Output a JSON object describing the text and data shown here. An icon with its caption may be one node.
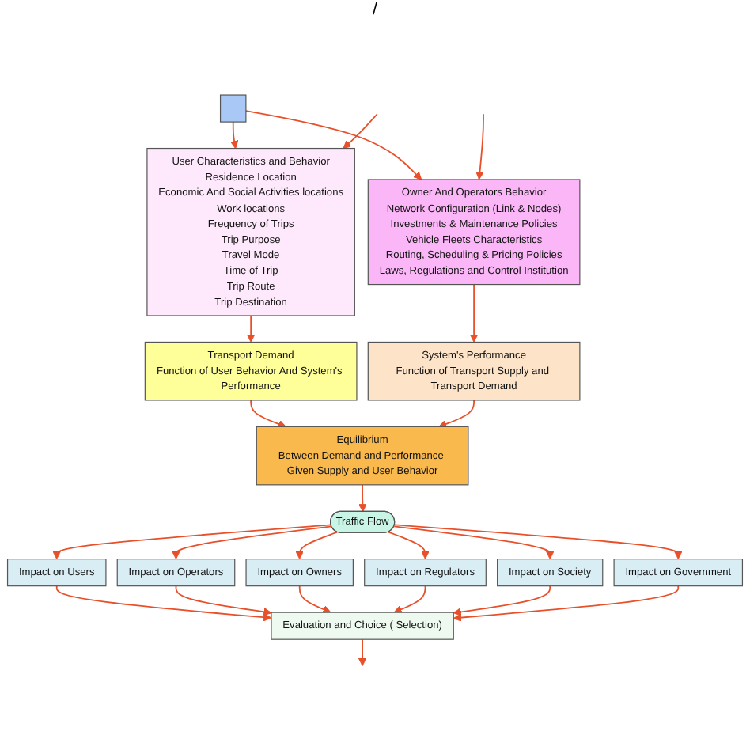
{
  "diagram": {
    "nodes": [
      {
        "text": [],
        "shape": "box"
      },
      {
        "text": [
          "User Characteristics and Behavior",
          "Residence Location",
          "Economic And Social Activities locations",
          "Work locations",
          "Frequency of Trips",
          "Trip Purpose",
          "Travel Mode",
          "Time of Trip",
          "Trip Route",
          "Trip Destination"
        ]
      },
      {
        "text": [
          "Owner And Operators Behavior",
          "Network Configuration (Link & Nodes)",
          "Investments & Maintenance Policies",
          "Vehicle Fleets Characteristics",
          "Routing, Scheduling & Pricing Policies",
          "Laws, Regulations and Control Institution"
        ]
      },
      {
        "text": [
          "Transport Demand",
          "Function of User Behavior And System's Performance"
        ]
      },
      {
        "text": [
          "Equilibrium",
          "Between Demand and Performance Given Supply and User Behavior"
        ]
      },
      {
        "text": [
          "System's Performance",
          "Function of Transport Supply and Transport Demand"
        ]
      },
      {
        "text": [
          "Traffic Flow"
        ]
      },
      {
        "text": [
          "Impact on Users"
        ]
      },
      {
        "text": [
          "Impact on Operators"
        ]
      },
      {
        "text": [
          "Impact on Owners"
        ]
      },
      {
        "text": [
          "Impact on Regulators"
        ]
      },
      {
        "text": [
          "Impact on Society"
        ]
      },
      {
        "text": [
          "Impact on Government"
        ]
      },
      {
        "text": [
          "Evaluation and Choice ( Selection)"
        ]
      }
    ],
    "edges": [
      {
        "from": 0,
        "to": 1,
        "arrow": "to"
      },
      {
        "from": 0,
        "to": 2,
        "arrow": "to"
      },
      {
        "from": null,
        "to": 1,
        "arrow": "to"
      },
      {
        "from": null,
        "to": 2,
        "arrow": "to"
      },
      {
        "from": 1,
        "to": 3,
        "arrow": "to"
      },
      {
        "from": 2,
        "to": 5,
        "arrow": "to"
      },
      {
        "from": 3,
        "to": 4,
        "arrow": "to"
      },
      {
        "from": 5,
        "to": 4,
        "arrow": "to"
      },
      {
        "from": 4,
        "to": 6,
        "arrow": "to"
      },
      {
        "from": 6,
        "to": 7,
        "arrow": "to"
      },
      {
        "from": 6,
        "to": 8,
        "arrow": "to"
      },
      {
        "from": 6,
        "to": 9,
        "arrow": "to"
      },
      {
        "from": 6,
        "to": 10,
        "arrow": "to"
      },
      {
        "from": 6,
        "to": 11,
        "arrow": "to"
      },
      {
        "from": 6,
        "to": 12,
        "arrow": "to"
      },
      {
        "from": 7,
        "to": 13,
        "arrow": "to"
      },
      {
        "from": 8,
        "to": 13,
        "arrow": "to"
      },
      {
        "from": 9,
        "to": 13,
        "arrow": "to"
      },
      {
        "from": 10,
        "to": 13,
        "arrow": "to"
      },
      {
        "from": 11,
        "to": 13,
        "arrow": "to"
      },
      {
        "from": 12,
        "to": 13,
        "arrow": "to"
      },
      {
        "from": 13,
        "to": null,
        "arrow": "to"
      }
    ],
    "labels": [
      "/"
    ]
  }
}
